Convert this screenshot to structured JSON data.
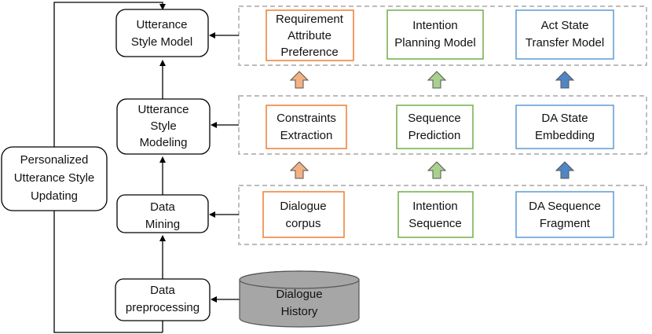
{
  "nodes": {
    "personalized": {
      "lines": [
        "Personalized",
        "Utterance Style",
        "Updating"
      ]
    },
    "utterance_style_model": {
      "lines": [
        "Utterance",
        "Style Model"
      ]
    },
    "utterance_style_modeling": {
      "lines": [
        "Utterance",
        "Style",
        "Modeling"
      ]
    },
    "data_mining": {
      "lines": [
        "Data",
        "Mining"
      ]
    },
    "data_preprocessing": {
      "lines": [
        "Data",
        "preprocessing"
      ]
    },
    "dialogue_history": {
      "lines": [
        "Dialogue",
        "History"
      ]
    }
  },
  "top_row": [
    {
      "lines": [
        "Requirement",
        "Attribute",
        "Preference"
      ],
      "color": "#ed7d31"
    },
    {
      "lines": [
        "Intention",
        "Planning Model"
      ],
      "color": "#70ad47"
    },
    {
      "lines": [
        "Act State",
        "Transfer Model"
      ],
      "color": "#5b9bd5"
    }
  ],
  "middle_row": [
    {
      "lines": [
        "Constraints",
        "Extraction"
      ],
      "color": "#ed7d31"
    },
    {
      "lines": [
        "Sequence",
        "Prediction"
      ],
      "color": "#70ad47"
    },
    {
      "lines": [
        "DA State",
        "Embedding"
      ],
      "color": "#5b9bd5"
    }
  ],
  "bottom_row": [
    {
      "lines": [
        "Dialogue",
        "corpus"
      ],
      "color": "#ed7d31"
    },
    {
      "lines": [
        "Intention",
        "Sequence"
      ],
      "color": "#70ad47"
    },
    {
      "lines": [
        "DA Sequence",
        "Fragment"
      ],
      "color": "#5b9bd5"
    }
  ],
  "arrow_fill_colors": [
    "#f4b183",
    "#a9d18e",
    "#4f86c6"
  ],
  "database_fill": "#a6a6a6"
}
